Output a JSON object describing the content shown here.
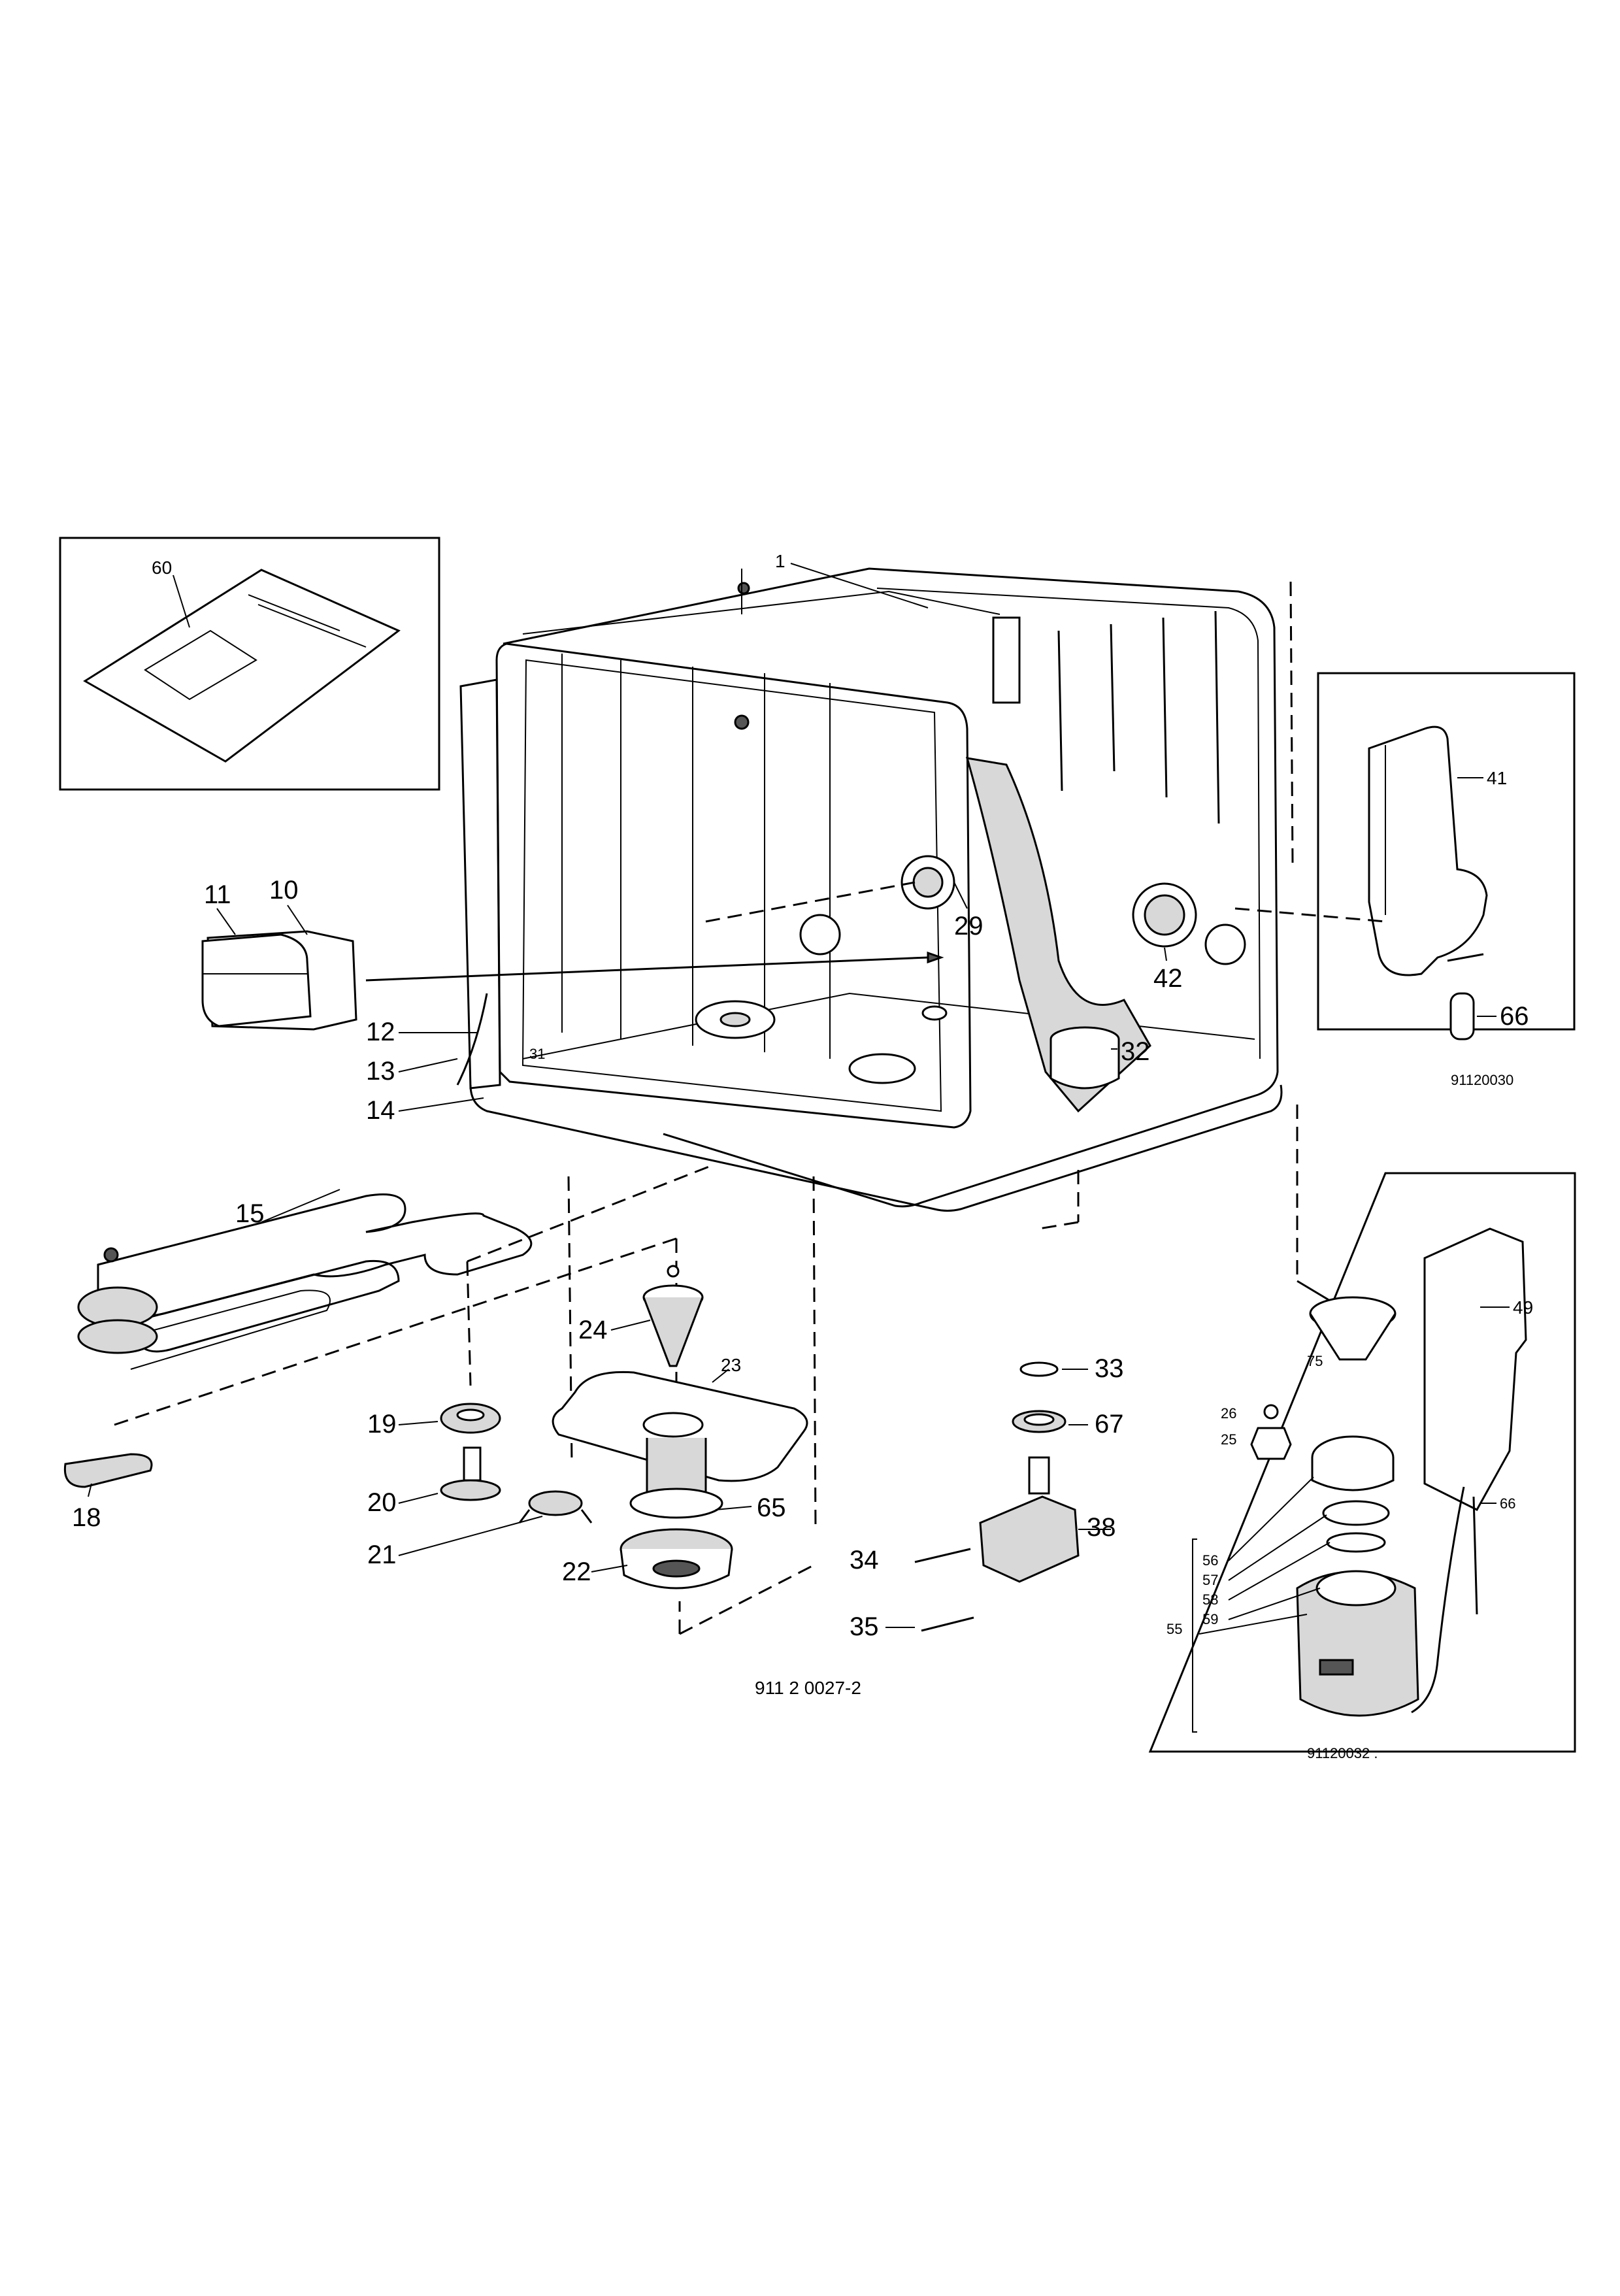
{
  "drawing_code": "911 2 0027-2",
  "inset_codes": {
    "door_panel": "91120030",
    "softener": "91120032 ."
  },
  "callouts": {
    "c1": "1",
    "c60": "60",
    "c11": "11",
    "c10": "10",
    "c12": "12",
    "c13": "13",
    "c14": "14",
    "c15": "15",
    "c18": "18",
    "c19": "19",
    "c20": "20",
    "c21": "21",
    "c22": "22",
    "c23": "23",
    "c24": "24",
    "c65": "65",
    "c29": "29",
    "c32": "32",
    "c33": "33",
    "c67": "67",
    "c38": "38",
    "c34": "34",
    "c35": "35",
    "c41": "41",
    "c42": "42",
    "c66a": "66",
    "c49": "49",
    "c75": "75",
    "c26": "26",
    "c25": "25",
    "c66b": "66",
    "c56": "56",
    "c57": "57",
    "c58": "58",
    "c59": "59",
    "c55": "55",
    "c31": "31"
  }
}
